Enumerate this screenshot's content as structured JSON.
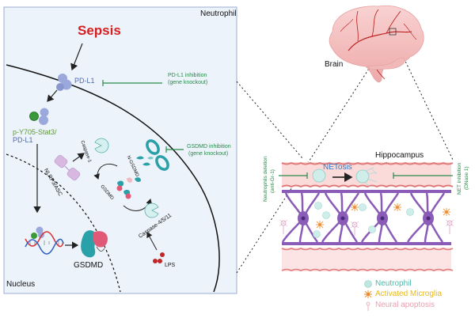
{
  "left_panel": {
    "cell_label": "Neutrophil",
    "nucleus_label": "Nucleus",
    "trigger": "Sepsis",
    "receptor": "PD-L1",
    "complex_line1": "p-Y705-Stat3/",
    "complex_line2": "PD-L1",
    "inflammasome": "NLRP3/ASC",
    "caspase1": "Caspase-1",
    "caspase4511": "Caspase-4/5/11",
    "n_gsdmd": "N-GSDMD",
    "gsdmd_small": "GSDMD",
    "gsdmd_product": "GSDMD",
    "lps": "LPS",
    "pdl1_inhibition_line1": "PD-L1 inhibition",
    "pdl1_inhibition_line2": "(gene knockout)",
    "gsdmd_inhibition_line1": "GSDMD inhibition",
    "gsdmd_inhibition_line2": "(gene knockout)"
  },
  "right_panel": {
    "brain_label": "Brain",
    "region_label": "Hippocampus",
    "process_label": "NETosis",
    "left_intervention_line1": "Neutrophils deletion",
    "left_intervention_line2": "(anti-Gr-1)",
    "right_intervention_line1": "NET inhibition",
    "right_intervention_line2": "(DNase 1)"
  },
  "legend": [
    {
      "icon": "neutrophil-icon",
      "label": "Neutrophil",
      "color": "#4cb8a8"
    },
    {
      "icon": "microglia-icon",
      "label": "Activated Microglia",
      "color": "#e8b818"
    },
    {
      "icon": "neuron-apoptosis-icon",
      "label": "Neural apoptosis",
      "color": "#e8a0b0"
    }
  ],
  "colors": {
    "sepsis": "#d42020",
    "inhibition": "#2a8a4a",
    "protein_blue": "#4a6ab0",
    "stat3_green": "#5a9a30",
    "panel_bg": "#edf3fb",
    "panel_border": "#9aaed0",
    "teal": "#2aa0a8",
    "vessel_pink": "#f7d4d4",
    "vessel_edge": "#e07a7a",
    "neuron_purple": "#8a5cb8"
  }
}
